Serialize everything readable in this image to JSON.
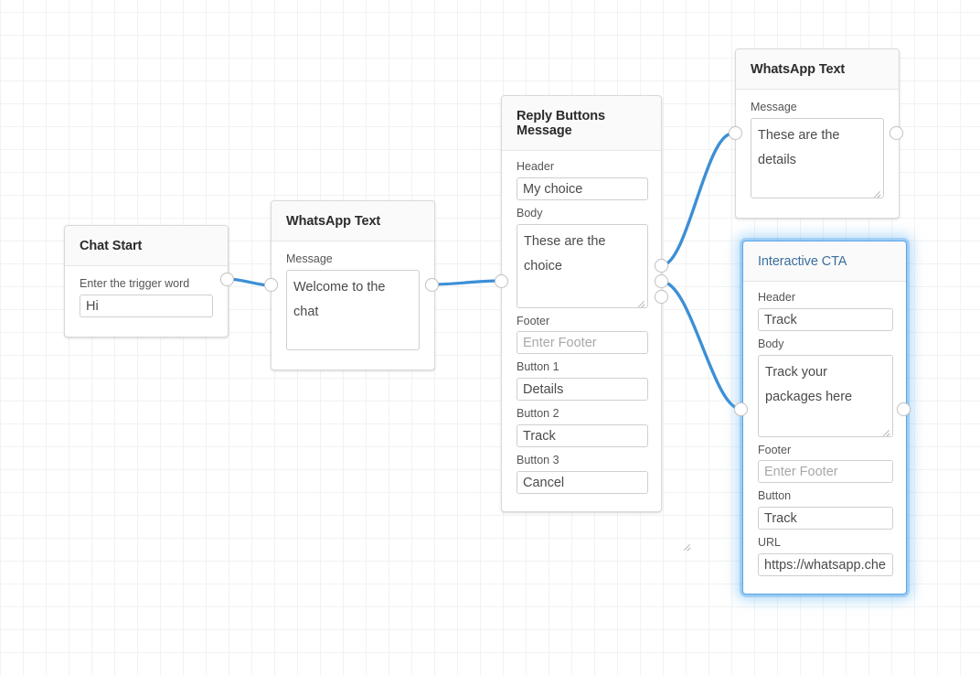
{
  "canvas": {
    "grid_minor_color": "#f2f2f2",
    "grid_major_color": "#ededed",
    "background": "#ffffff",
    "edge_color": "#3d8fd6",
    "selected_accent": "#5aa7e8"
  },
  "nodes": [
    {
      "id": "chat-start",
      "title": "Chat Start",
      "selected": false,
      "fields": [
        {
          "label": "Enter the trigger word",
          "type": "input",
          "value": "Hi",
          "is_placeholder": false
        }
      ]
    },
    {
      "id": "whatsapp-text-1",
      "title": "WhatsApp Text",
      "selected": false,
      "fields": [
        {
          "label": "Message",
          "type": "textarea",
          "value": "Welcome to the chat",
          "is_placeholder": false
        }
      ]
    },
    {
      "id": "reply-buttons-message",
      "title": "Reply Buttons Message",
      "selected": false,
      "fields": [
        {
          "label": "Header",
          "type": "input",
          "value": "My choice",
          "is_placeholder": false
        },
        {
          "label": "Body",
          "type": "textarea",
          "value": "These are the choice",
          "is_placeholder": false
        },
        {
          "label": "Footer",
          "type": "input",
          "value": "Enter Footer",
          "is_placeholder": true
        },
        {
          "label": "Button 1",
          "type": "input",
          "value": "Details",
          "is_placeholder": false
        },
        {
          "label": "Button 2",
          "type": "input",
          "value": "Track",
          "is_placeholder": false
        },
        {
          "label": "Button 3",
          "type": "input",
          "value": "Cancel",
          "is_placeholder": false
        }
      ]
    },
    {
      "id": "whatsapp-text-2",
      "title": "WhatsApp Text",
      "selected": false,
      "fields": [
        {
          "label": "Message",
          "type": "textarea",
          "value": "These are the details",
          "is_placeholder": false
        }
      ]
    },
    {
      "id": "interactive-cta",
      "title": "Interactive CTA",
      "selected": true,
      "fields": [
        {
          "label": "Header",
          "type": "input",
          "value": "Track",
          "is_placeholder": false
        },
        {
          "label": "Body",
          "type": "textarea",
          "value": "Track your packages here",
          "is_placeholder": false
        },
        {
          "label": "Footer",
          "type": "input",
          "value": "Enter Footer",
          "is_placeholder": true
        },
        {
          "label": "Button",
          "type": "input",
          "value": "Track",
          "is_placeholder": false
        },
        {
          "label": "URL",
          "type": "input",
          "value": "https://whatsapp.che",
          "is_placeholder": false
        }
      ]
    }
  ],
  "labels": {
    "chat_start_title": "Chat Start",
    "chat_start_trigger_label": "Enter the trigger word",
    "chat_start_trigger_value": "Hi",
    "wa1_title": "WhatsApp Text",
    "wa1_message_label": "Message",
    "wa1_message_value": "Welcome to the chat",
    "rb_title": "Reply Buttons Message",
    "rb_header_label": "Header",
    "rb_header_value": "My choice",
    "rb_body_label": "Body",
    "rb_body_value": "These are the choice",
    "rb_footer_label": "Footer",
    "rb_footer_value": "Enter Footer",
    "rb_btn1_label": "Button 1",
    "rb_btn1_value": "Details",
    "rb_btn2_label": "Button 2",
    "rb_btn2_value": "Track",
    "rb_btn3_label": "Button 3",
    "rb_btn3_value": "Cancel",
    "wa2_title": "WhatsApp Text",
    "wa2_message_label": "Message",
    "wa2_message_value": "These are the details",
    "cta_title": "Interactive CTA",
    "cta_header_label": "Header",
    "cta_header_value": "Track",
    "cta_body_label": "Body",
    "cta_body_value": "Track your packages here",
    "cta_footer_label": "Footer",
    "cta_footer_value": "Enter Footer",
    "cta_button_label": "Button",
    "cta_button_value": "Track",
    "cta_url_label": "URL",
    "cta_url_value": "https://whatsapp.che"
  },
  "edges": [
    {
      "from": "chat-start-out",
      "to": "whatsapp-text-1-in"
    },
    {
      "from": "whatsapp-text-1-out",
      "to": "reply-buttons-in"
    },
    {
      "from": "reply-buttons-out-1",
      "to": "whatsapp-text-2-in"
    },
    {
      "from": "reply-buttons-out-2",
      "to": "interactive-cta-in"
    }
  ]
}
